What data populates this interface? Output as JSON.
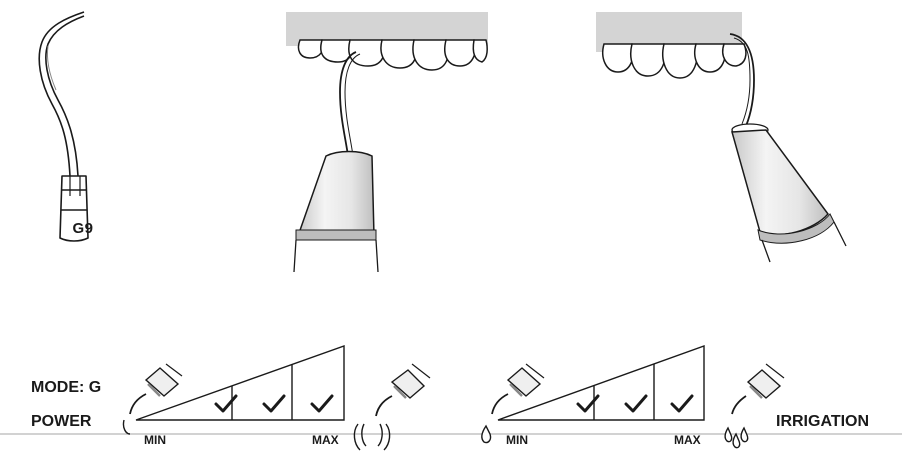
{
  "tip": {
    "model": "G9"
  },
  "mode_label": "MODE: G",
  "power": {
    "label": "POWER",
    "min_label": "MIN",
    "max_label": "MAX",
    "levels": [
      {
        "checked": true
      },
      {
        "checked": true
      },
      {
        "checked": true
      }
    ]
  },
  "irrigation": {
    "label": "IRRIGATION",
    "min_label": "MIN",
    "max_label": "MAX",
    "levels": [
      {
        "checked": true
      },
      {
        "checked": true
      },
      {
        "checked": true
      }
    ]
  },
  "colors": {
    "line": "#1a1a1a",
    "gum": "#d4d4d4",
    "band": "#bdbdbd",
    "handpiece": "#ececec"
  },
  "icons": [
    "scaler-tip-g9-icon",
    "handpiece-on-teeth-icon",
    "handpiece-upper-teeth-icon",
    "handpiece-min-icon",
    "handpiece-max-vibration-icon",
    "handpiece-drop-icon",
    "handpiece-drops-icon",
    "checkmark-icon"
  ]
}
